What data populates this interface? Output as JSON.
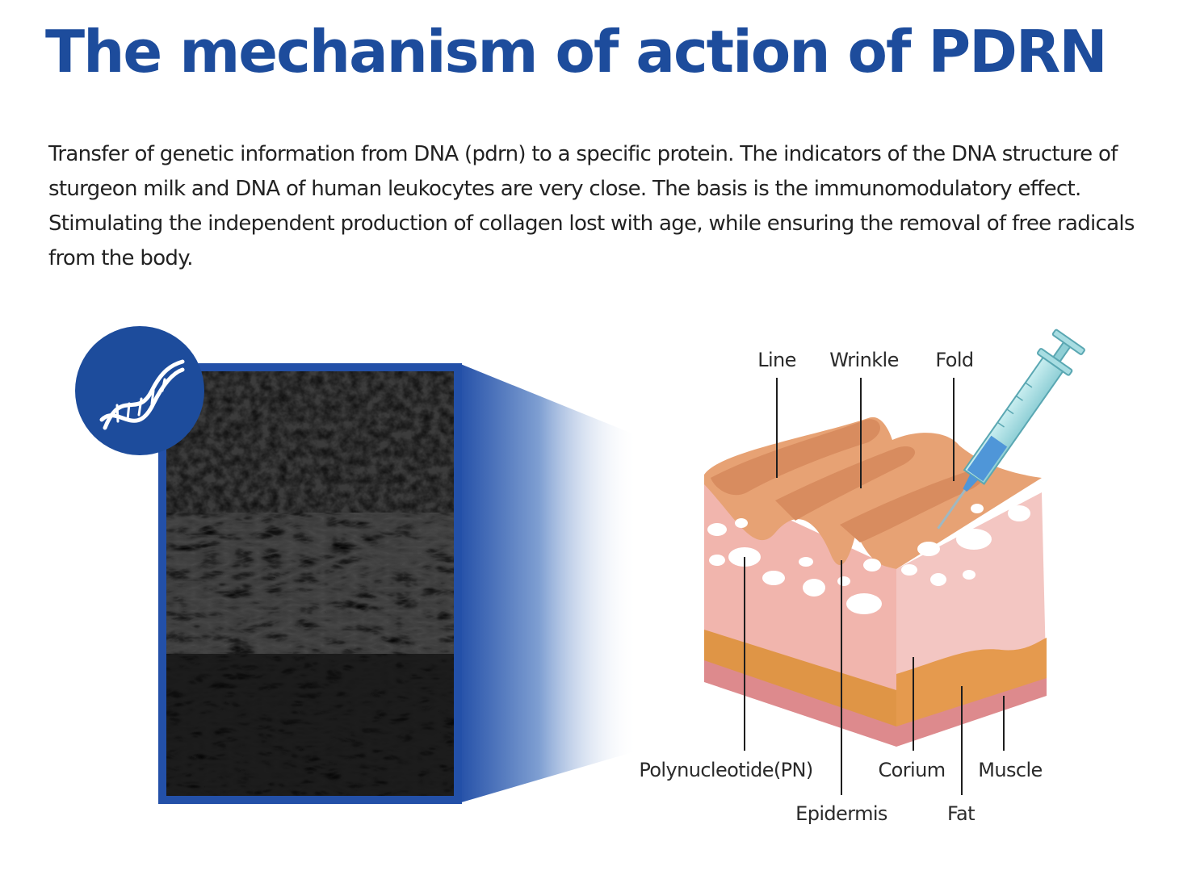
{
  "title": "The mechanism of action of PDRN",
  "description": "Transfer of genetic information from DNA (pdrn) to a specific protein. The indicators of the DNA structure of sturgeon milk and DNA of human leukocytes are very close. The basis is the immunomodulatory effect. Stimulating the independent production of collagen lost with age, while ensuring the removal of free radicals from the body.",
  "icons": {
    "badge": "dna-icon",
    "micrograph": "collagen-micrograph",
    "skin": "skin-layers-illustration",
    "syringe": "syringe-icon"
  },
  "labels": {
    "line": "Line",
    "wrinkle": "Wrinkle",
    "fold": "Fold",
    "polynucleotide": "Polynucleotide(PN)",
    "epidermis": "Epidermis",
    "corium": "Corium",
    "fat": "Fat",
    "muscle": "Muscle"
  },
  "colors": {
    "brand_blue": "#1d4c9c",
    "frame_blue": "#2350a8",
    "skin_surface": "#e7a274",
    "dermis_pink": "#f1b5ad",
    "fat_orange": "#df9546",
    "muscle_pink": "#dd8a8d"
  }
}
